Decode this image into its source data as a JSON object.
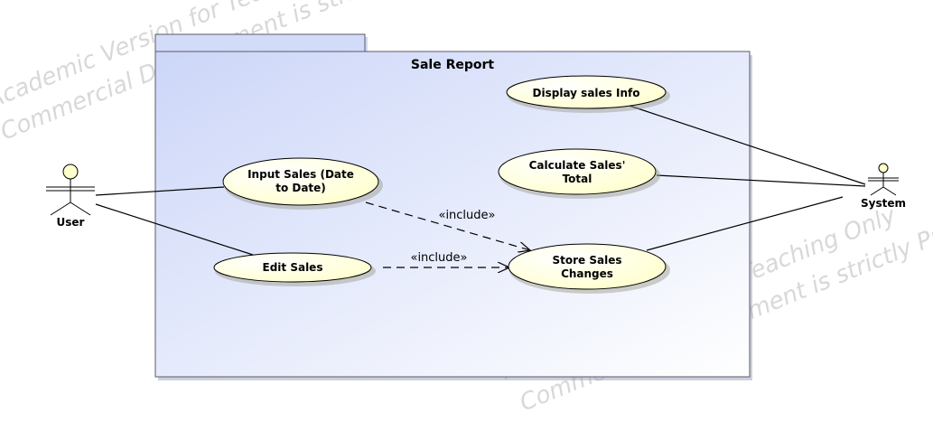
{
  "watermark": {
    "line1": "Academic Version for Teaching Only",
    "line2": "Commercial Development is strictly Prohibited"
  },
  "diagram": {
    "package": {
      "title": "Sale Report"
    },
    "actors": {
      "user": {
        "label": "User"
      },
      "system": {
        "label": "System"
      }
    },
    "use_cases": {
      "display": {
        "line1": "Display sales Info",
        "line2": ""
      },
      "calculate": {
        "line1": "Calculate Sales'",
        "line2": "Total"
      },
      "input": {
        "line1": "Input Sales (Date",
        "line2": "to Date)"
      },
      "store": {
        "line1": "Store Sales",
        "line2": "Changes"
      },
      "edit": {
        "line1": "Edit Sales",
        "line2": ""
      }
    },
    "relations": {
      "include_1": "«include»",
      "include_2": "«include»"
    }
  },
  "colors": {
    "package_fill_start": "#ccd6f8",
    "package_fill_end": "#ffffff",
    "package_border": "#5a5a6a",
    "usecase_fill": "#ffffcc",
    "line": "#000000"
  }
}
